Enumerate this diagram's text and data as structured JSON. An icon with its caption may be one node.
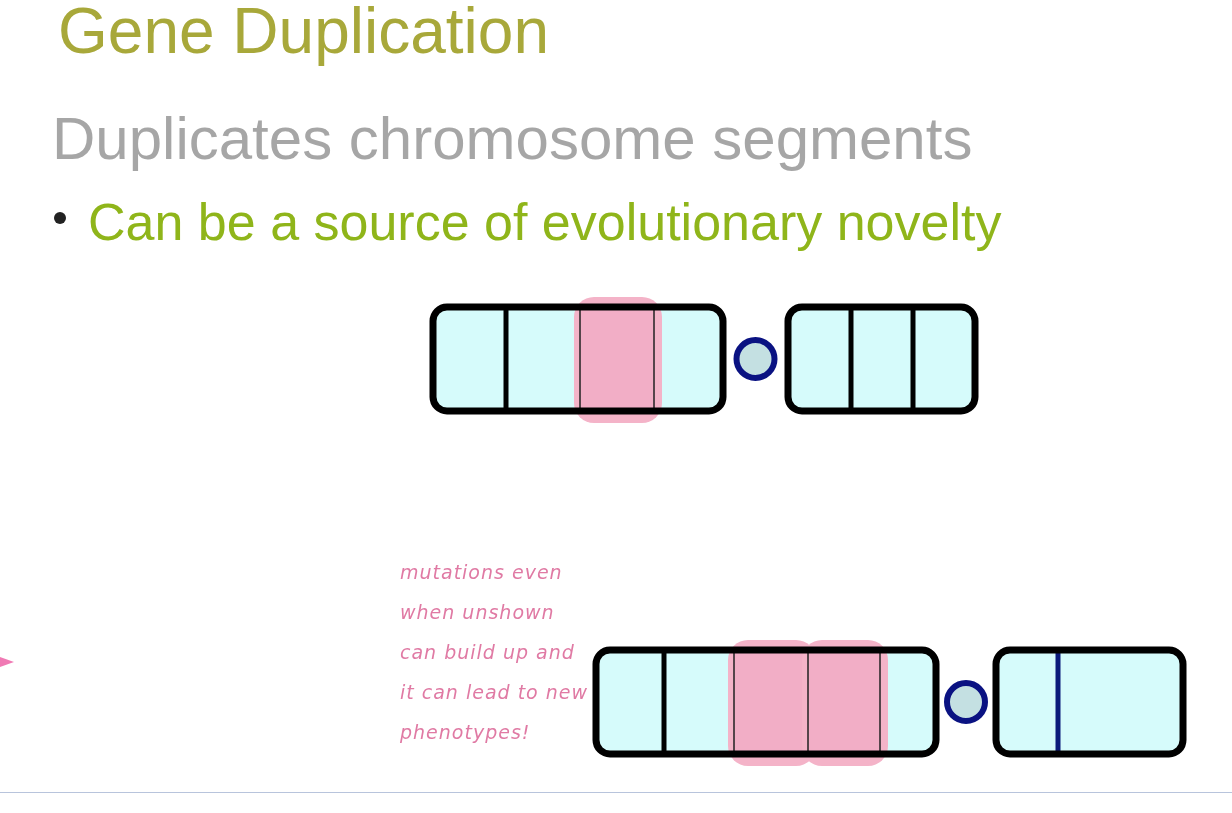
{
  "diagram": {
    "title": "Gene Duplication",
    "labels": [
      "Duplicates chromosome segments",
      "Can be a source of evolutionary novelty",
      "mutations even when unshown can build up and it can lead to new phenotypes!"
    ]
  }
}
